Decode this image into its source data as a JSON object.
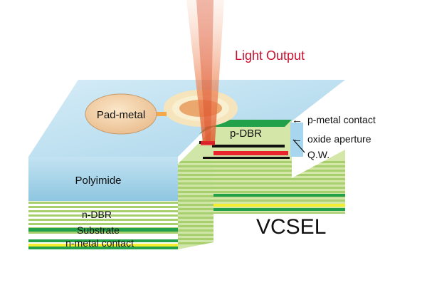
{
  "diagram": {
    "title": "VCSEL",
    "light_output": "Light Output",
    "labels": {
      "pad_metal": "Pad-metal",
      "p_dbr": "p-DBR",
      "polyimide": "Polyimide",
      "n_dbr": "n-DBR",
      "substrate": "Substrate",
      "n_metal_contact": "n-metal contact"
    },
    "callouts": {
      "p_metal_contact": "p-metal contact",
      "oxide_aperture": "oxide aperture",
      "quantum_well": "Q.W."
    },
    "arrow_glyph": "←"
  },
  "colors": {
    "light_output_text": "#c8102e",
    "polyimide": "#9fcfe6",
    "dbr_light": "#d4e7a9",
    "dbr_dark": "#a8cf6e",
    "green_contact": "#22a04a",
    "substrate_yellow": "#f4ef2e",
    "pad_metal": "#f2d2a2",
    "qw_red": "#e8232d",
    "black_layer": "#111111",
    "beam": "#f08a5a"
  }
}
